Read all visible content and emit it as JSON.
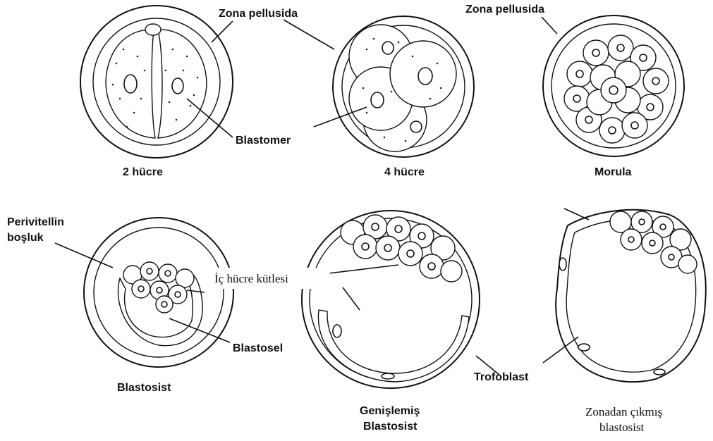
{
  "labels": {
    "zona_pellucida_1": "Zona pellusida",
    "zona_pellucida_2": "Zona pellusida",
    "blastomer": "Blastomer",
    "two_cell": "2 hücre",
    "four_cell": "4 hücre",
    "morula": "Morula",
    "perivitellin_line1": "Perivitellin",
    "perivitellin_line2": "boşluk",
    "inner_cell_mass": "İç hücre kütlesi",
    "blastocoel": "Blastosel",
    "blastocyst": "Blastosist",
    "trophoblast": "Trofoblast",
    "expanded_line1": "Genişlemiş",
    "expanded_line2": "Blastosist",
    "hatched_line1": "Zonadan çıkmış",
    "hatched_line2": "blastosist"
  }
}
